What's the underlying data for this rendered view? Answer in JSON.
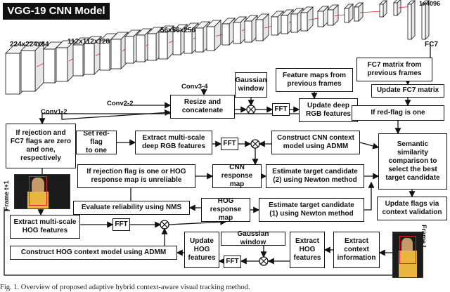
{
  "title": "VGG-19 CNN Model",
  "layer_labels": {
    "l224": "224x224x64",
    "l112": "112x112x128",
    "l56": "56x56x256",
    "l1x4096": "1x4096",
    "fc7": "FC7",
    "conv12": "Conv1-2",
    "conv22": "Conv2-2",
    "conv34": "Conv3-4"
  },
  "boxes": {
    "resize": "Resize and\nconcatenate",
    "gaussian_top": "Gaussian\nwindow",
    "feature_maps": "Feature maps from\nprevious frames",
    "fc7_prev": "FC7 matrix from\nprevious frames",
    "fft1": "FFT",
    "update_deep": "Update deep\nRGB features",
    "update_fc7": "Update FC7 matrix",
    "if_redflag": "If red-flag is one",
    "if_rejection_fc7": "If rejection and\nFC7 flags are zero\nand one,\nrespectively",
    "set_redflag": "Set red-flag\nto one",
    "extract_deep": "Extract multi-scale\ndeep RGB features",
    "fft2": "FFT",
    "construct_cnn": "Construct CNN context\nmodel using ADMM",
    "semantic": "Semantic similarity\ncomparison to\nselect the best\ntarget candidate",
    "if_rejection_hog": "If rejection flag is one or HOG\nresponse map is unreliable",
    "cnn_response": "CNN response\nmap",
    "estimate2": "Estimate  target candidate\n(2) using Newton method",
    "evaluate": "Evaluate reliability  using NMS",
    "hog_response": "HOG response\nmap",
    "estimate1": "Estimate  target candidate\n(1) using Newton method",
    "update_flags": "Update flags via\ncontext validation",
    "extract_hog_ms": "Extract multi-scale\nHOG features",
    "fft3": "FFT",
    "update_hog": "Update\nHOG\nfeatures",
    "gaussian_bottom": "Gaussian window",
    "extract_hog": "Extract\nHOG\nfeatures",
    "extract_context": "Extract\ncontext\ninformation",
    "construct_hog": "Construct HOG context model using ADMM",
    "fft4": "FFT"
  },
  "frame_labels": {
    "frame_t1": "Frame t+1",
    "frame_t": "Frame t"
  },
  "caption": "Fig. 1. Overview of proposed adaptive hybrid context-aware visual tracking method.",
  "colors": {
    "bbox": "#e0202a",
    "line": "#111111"
  }
}
